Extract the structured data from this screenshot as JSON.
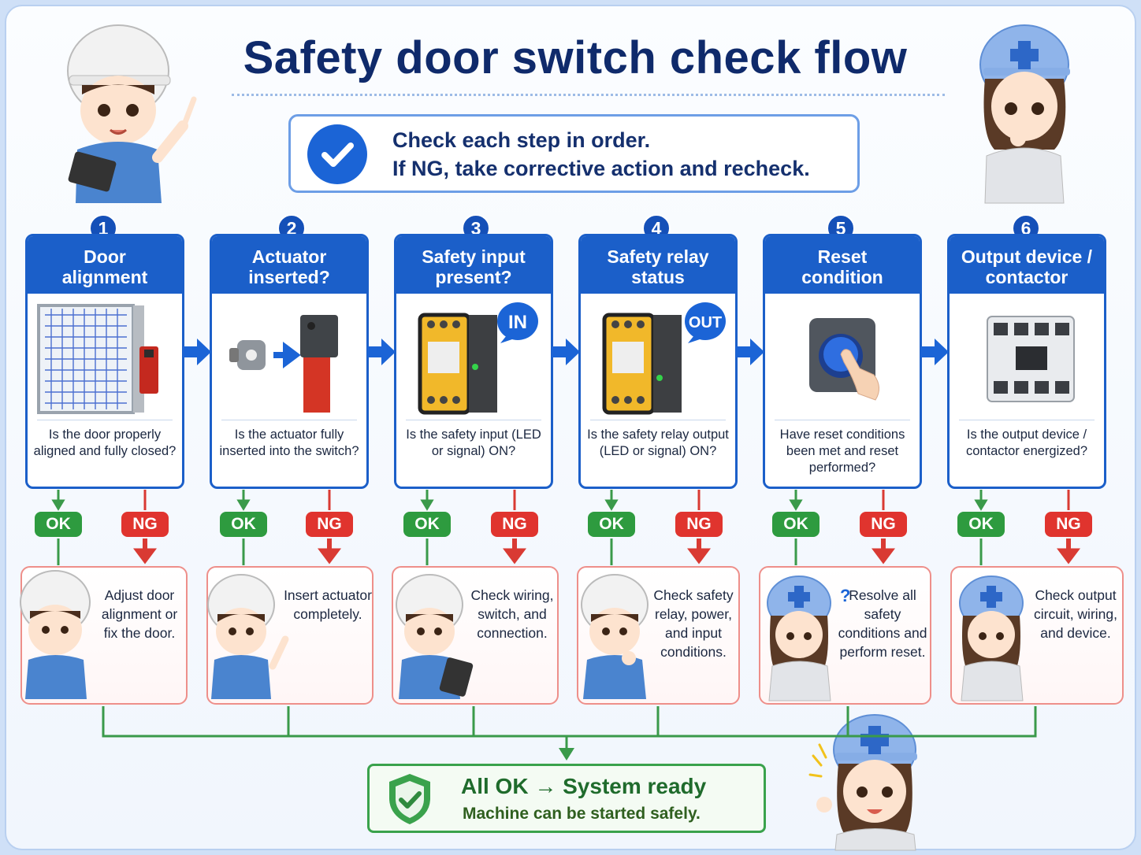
{
  "title": "Safety door switch check flow",
  "instruction": {
    "line1": "Check each step in order.",
    "line2": "If NG, take corrective action and recheck."
  },
  "steps": [
    {
      "number": "1",
      "title_line1": "Door",
      "title_line2": "alignment",
      "question": "Is the door properly aligned and fully closed?",
      "image": "door-guard-icon"
    },
    {
      "number": "2",
      "title_line1": "Actuator",
      "title_line2": "inserted?",
      "question": "Is the actuator fully inserted into the switch?",
      "image": "actuator-switch-icon"
    },
    {
      "number": "3",
      "title_line1": "Safety input",
      "title_line2": "present?",
      "question": "Is the safety input (LED or signal) ON?",
      "image": "safety-relay-icon",
      "bubble": "IN"
    },
    {
      "number": "4",
      "title_line1": "Safety relay",
      "title_line2": "status",
      "question": "Is the safety relay output (LED or signal) ON?",
      "image": "safety-relay-icon",
      "bubble": "OUT"
    },
    {
      "number": "5",
      "title_line1": "Reset",
      "title_line2": "condition",
      "question": "Have reset conditions been met and reset performed?",
      "image": "reset-button-icon"
    },
    {
      "number": "6",
      "title_line1": "Output device /",
      "title_line2": "contactor",
      "question": "Is the output device / contactor energized?",
      "image": "contactor-icon"
    }
  ],
  "ok_label": "OK",
  "ng_label": "NG",
  "ng_actions": [
    "Adjust door alignment or fix the door.",
    "Insert actuator completely.",
    "Check wiring, switch, and connection.",
    "Check safety relay, power, and input conditions.",
    "Resolve all safety conditions and perform reset.",
    "Check output circuit, wiring, and device."
  ],
  "final": {
    "title": "All OK → System ready",
    "subtitle": "Machine can be started safely."
  },
  "colors": {
    "primary_blue": "#1b5fc9",
    "ok_green": "#2e9b3f",
    "ng_red": "#e0342e",
    "title_navy": "#0f2a6b"
  }
}
